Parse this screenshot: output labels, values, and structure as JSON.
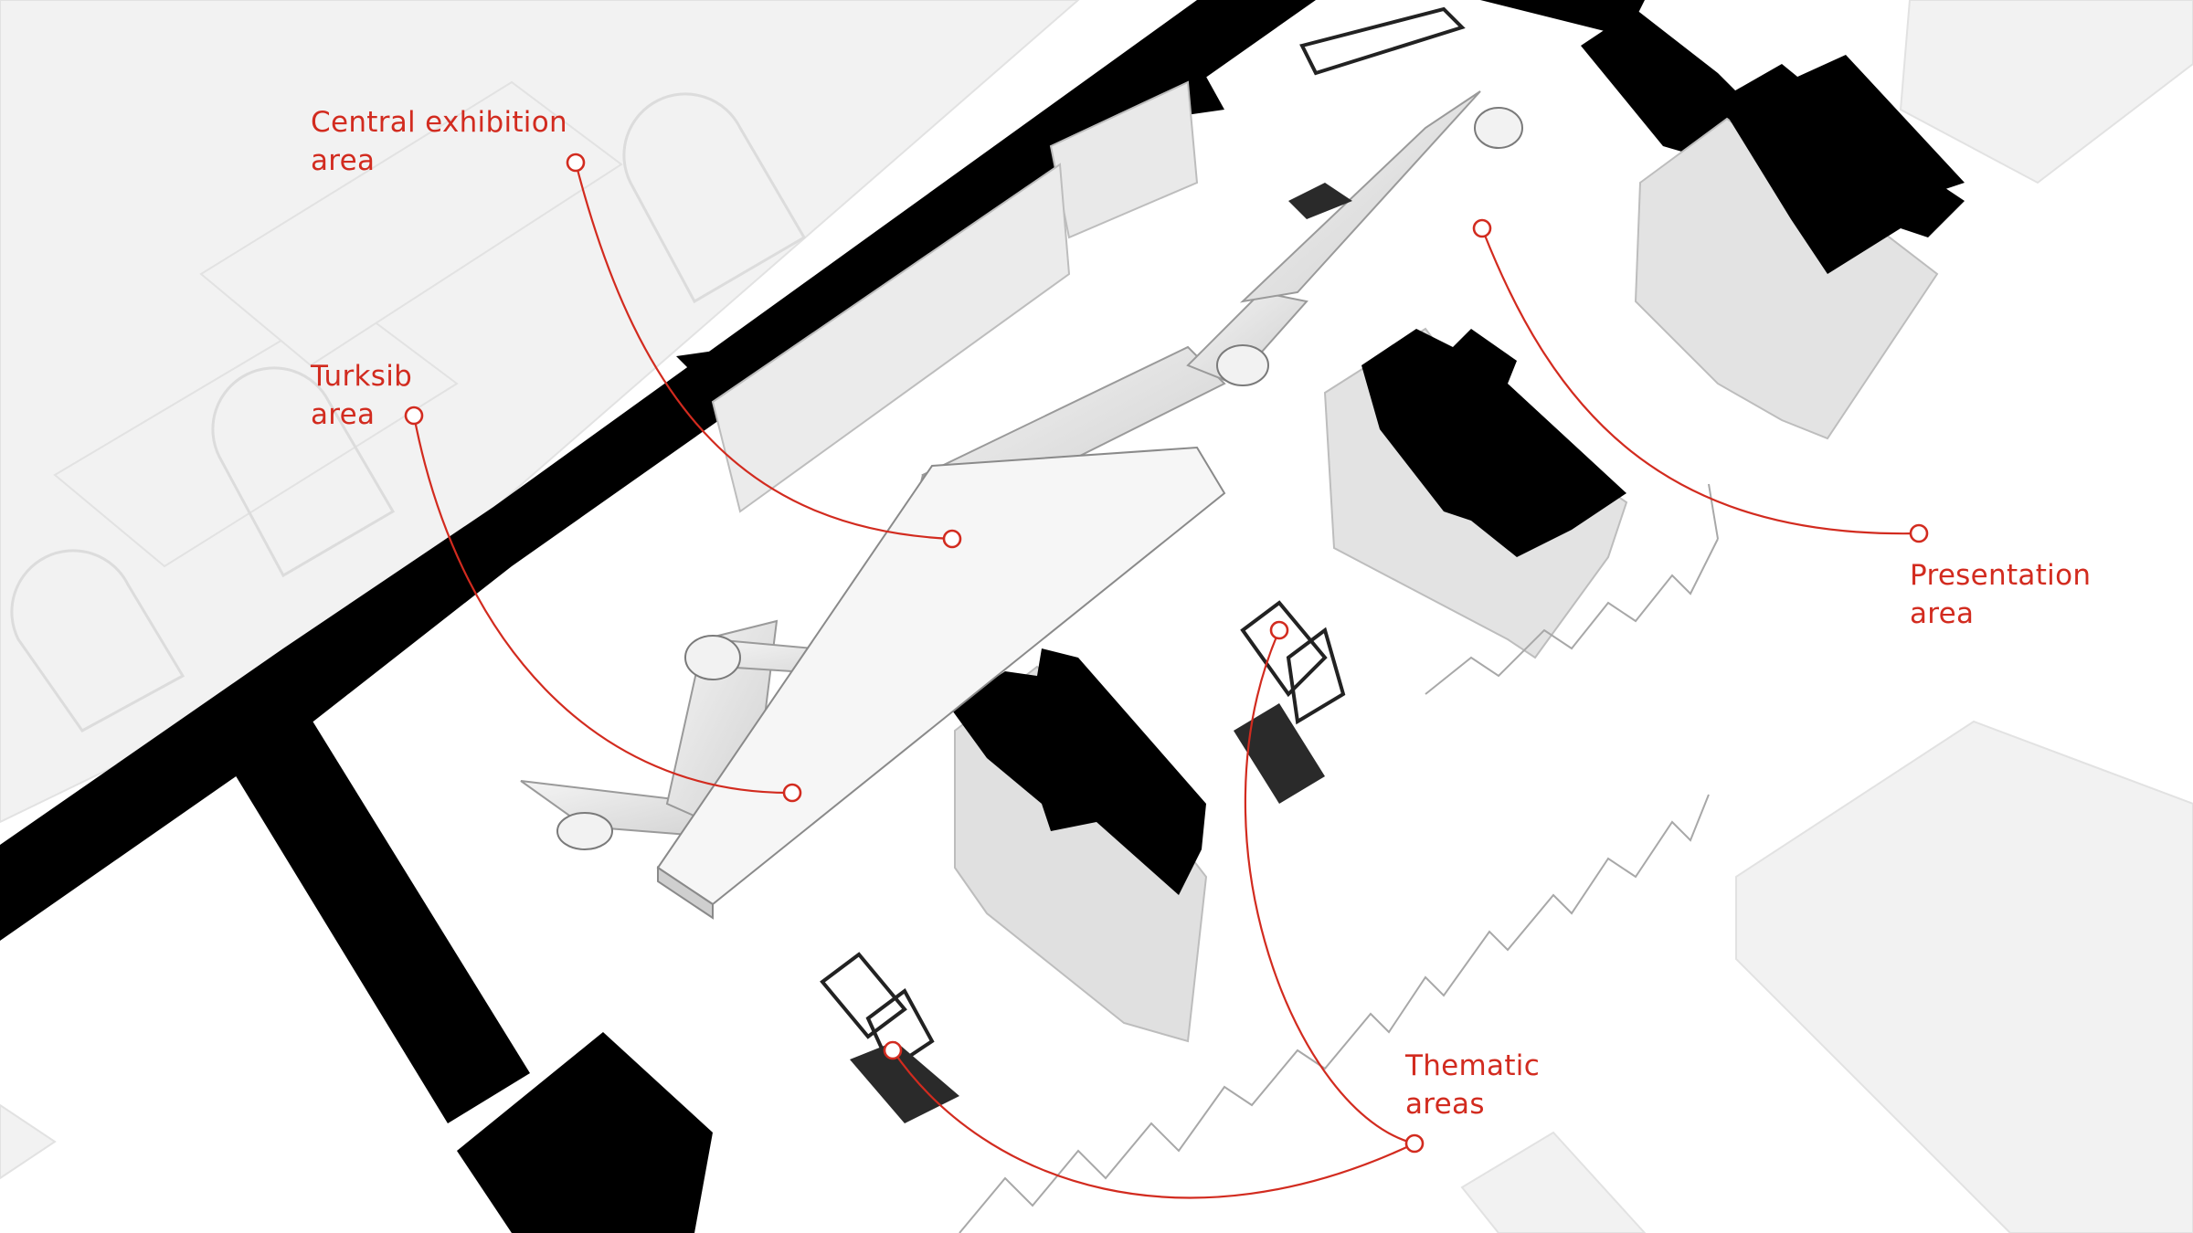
{
  "diagram": {
    "accent_color": "#d22b1f",
    "wall_color": "#000000",
    "floor_color": "#ffffff",
    "volume_color": "#e6e6e6",
    "annotations": [
      {
        "id": "central-exhibition",
        "line1": "Central exhibition",
        "line2": "area"
      },
      {
        "id": "turksib",
        "line1": "Turksib",
        "line2": "area"
      },
      {
        "id": "presentation",
        "line1": "Presentation",
        "line2": "area"
      },
      {
        "id": "thematic",
        "line1": "Thematic",
        "line2": "areas"
      }
    ]
  }
}
